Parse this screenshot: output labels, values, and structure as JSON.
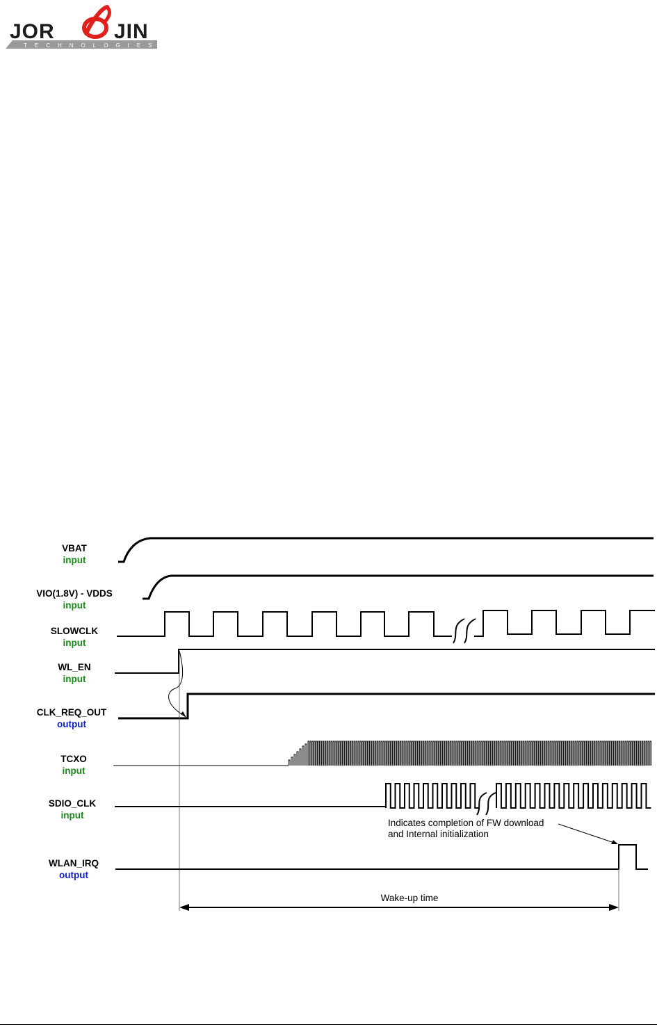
{
  "logo": {
    "name": "JORJIN",
    "tagline": "TECHNOLOGIES",
    "colors": {
      "dark": "#1c1c1c",
      "accent": "#e0201c",
      "band": "#9a9a9a"
    }
  },
  "diagram": {
    "signals": [
      {
        "name": "VBAT",
        "direction": "input"
      },
      {
        "name": "VIO(1.8V) - VDDS",
        "direction": "input"
      },
      {
        "name": "SLOWCLK",
        "direction": "input"
      },
      {
        "name": "WL_EN",
        "direction": "input"
      },
      {
        "name": "CLK_REQ_OUT",
        "direction": "output"
      },
      {
        "name": "TCXO",
        "direction": "input"
      },
      {
        "name": "SDIO_CLK",
        "direction": "input"
      },
      {
        "name": "WLAN_IRQ",
        "direction": "output"
      }
    ],
    "annotation": {
      "line1": "Indicates completion of FW download",
      "line2": "and Internal initialization"
    },
    "wakeup_label": "Wake-up time",
    "colors": {
      "input": "#1a8a1a",
      "output": "#1020c8",
      "line": "#000000"
    }
  }
}
